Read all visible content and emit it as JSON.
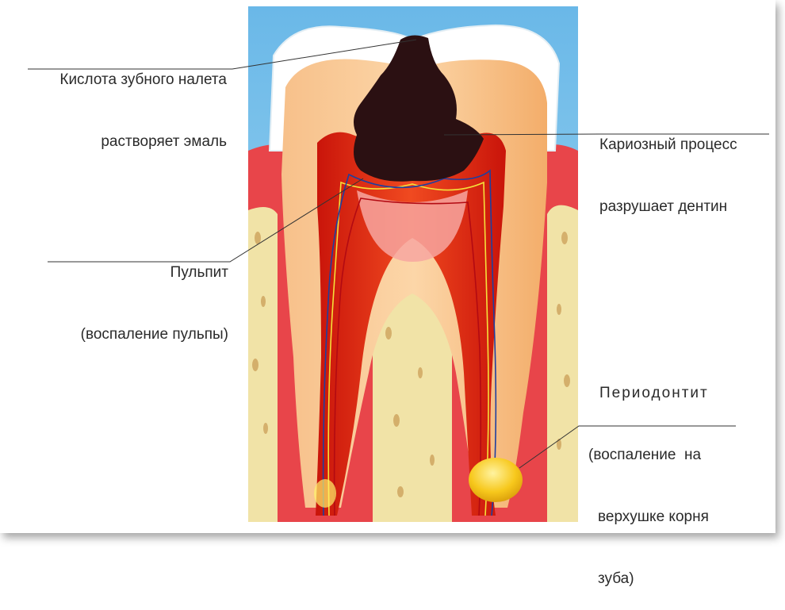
{
  "labels": {
    "enamel": [
      "Кислота зубного налета",
      "растворяет эмаль"
    ],
    "dentin": [
      "Кариозный процесс",
      "разрушает дентин"
    ],
    "pulpitis": [
      "Пульпит",
      "(воспаление пульпы)"
    ],
    "periodontitis": [
      "Периодонтит",
      "(воспаление  на",
      "верхушке корня",
      "зуба)"
    ]
  },
  "colors": {
    "sky": "#7fc3ea",
    "enamel": "#ffffff",
    "dentin": "#f6b97a",
    "gum": "#e8454a",
    "bone": "#f1e3a7",
    "pulp": "#d91f0f",
    "caries": "#2b1012",
    "abscess": "#f5c518"
  }
}
